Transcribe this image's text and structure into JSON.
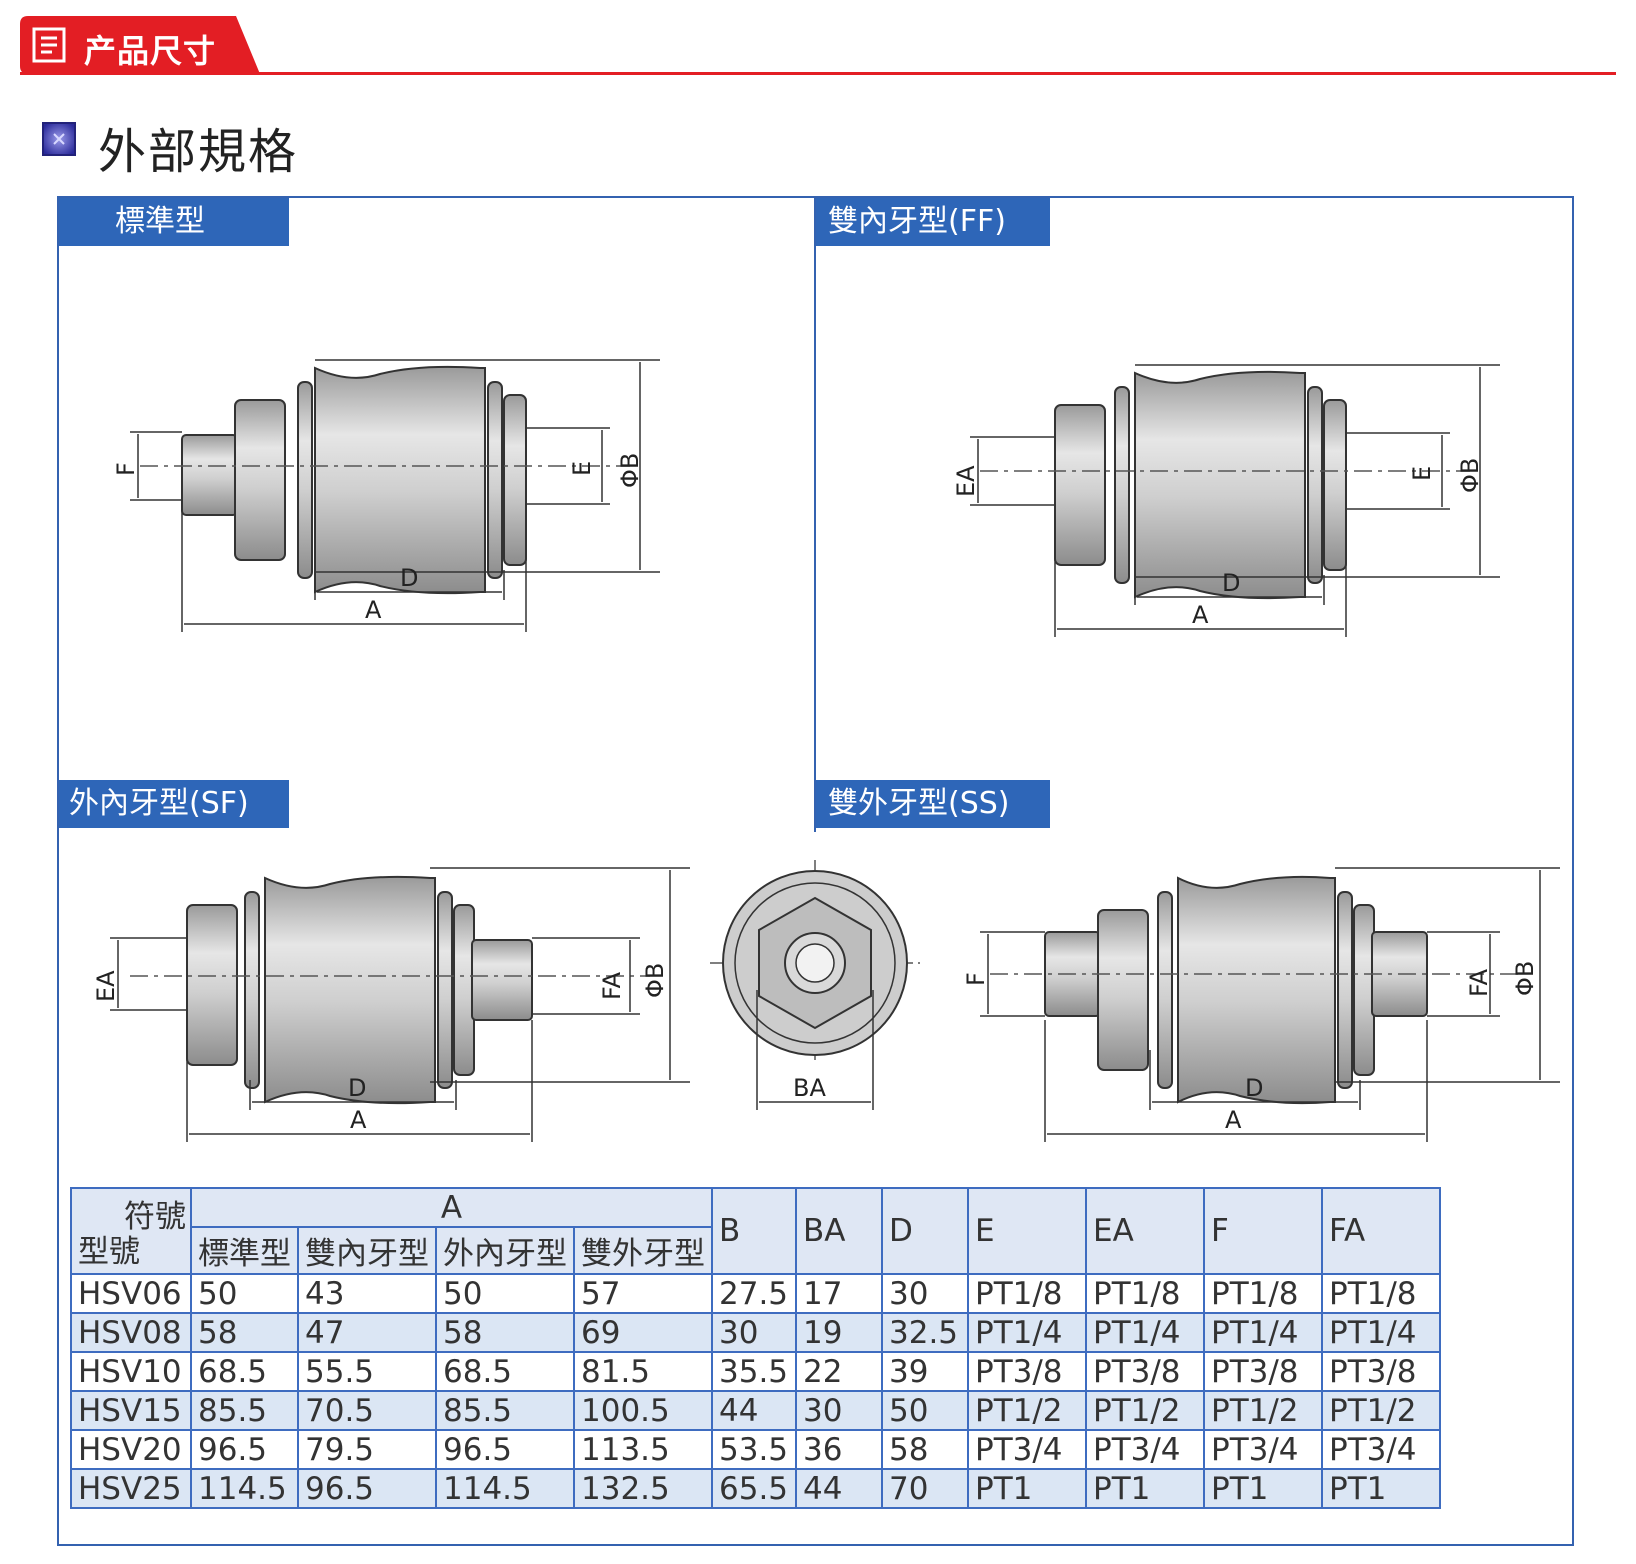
{
  "header": {
    "tab_title": "产品尺寸"
  },
  "section": {
    "title": "外部規格"
  },
  "panels": {
    "standard": "標準型",
    "double_female": "雙內牙型(FF)",
    "male_female": "外內牙型(SF)",
    "double_male": "雙外牙型(SS)"
  },
  "dims": {
    "A": "A",
    "D": "D",
    "B": "ΦB",
    "E": "E",
    "F": "F",
    "EA": "EA",
    "FA": "FA",
    "BA": "BA"
  },
  "table": {
    "corner_top": "符號",
    "corner_bottom": "型號",
    "a_header": "A",
    "a_subheaders": [
      "標準型",
      "雙內牙型",
      "外內牙型",
      "雙外牙型"
    ],
    "other_headers": [
      "B",
      "BA",
      "D",
      "E",
      "EA",
      "F",
      "FA"
    ],
    "rows": [
      [
        "HSV06",
        "50",
        "43",
        "50",
        "57",
        "27.5",
        "17",
        "30",
        "PT1/8",
        "PT1/8",
        "PT1/8",
        "PT1/8"
      ],
      [
        "HSV08",
        "58",
        "47",
        "58",
        "69",
        "30",
        "19",
        "32.5",
        "PT1/4",
        "PT1/4",
        "PT1/4",
        "PT1/4"
      ],
      [
        "HSV10",
        "68.5",
        "55.5",
        "68.5",
        "81.5",
        "35.5",
        "22",
        "39",
        "PT3/8",
        "PT3/8",
        "PT3/8",
        "PT3/8"
      ],
      [
        "HSV15",
        "85.5",
        "70.5",
        "85.5",
        "100.5",
        "44",
        "30",
        "50",
        "PT1/2",
        "PT1/2",
        "PT1/2",
        "PT1/2"
      ],
      [
        "HSV20",
        "96.5",
        "79.5",
        "96.5",
        "113.5",
        "53.5",
        "36",
        "58",
        "PT3/4",
        "PT3/4",
        "PT3/4",
        "PT3/4"
      ],
      [
        "HSV25",
        "114.5",
        "96.5",
        "114.5",
        "132.5",
        "65.5",
        "44",
        "70",
        "PT1",
        "PT1",
        "PT1",
        "PT1"
      ]
    ]
  },
  "colors": {
    "accent_red": "#e31e24",
    "label_blue": "#2e66b8",
    "frame_blue": "#3462b0",
    "row_shade": "#dbe6f4"
  }
}
